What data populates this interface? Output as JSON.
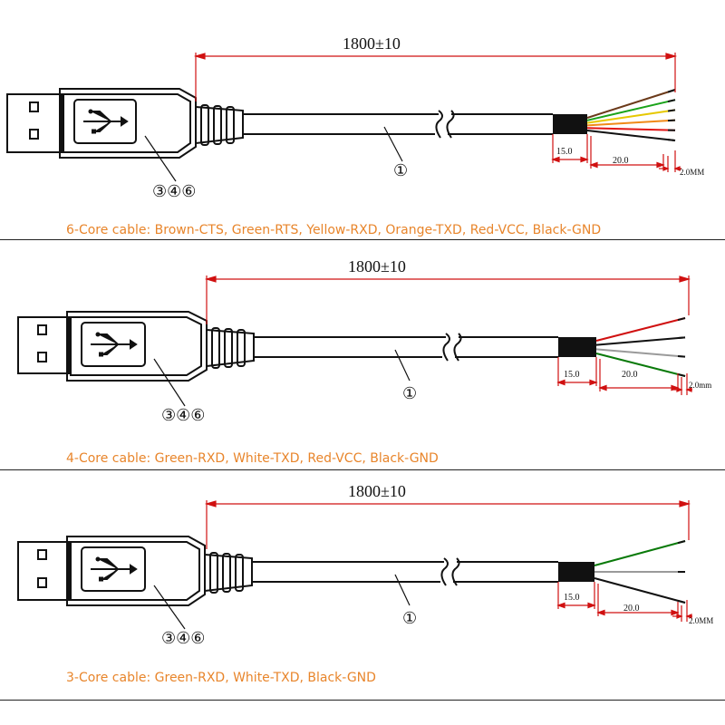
{
  "panels": [
    {
      "length_label": "1800±10",
      "dim_15": "15.0",
      "dim_20": "20.0",
      "dim_2": "2.0MM",
      "callout": "①",
      "parts": "③④⑥",
      "caption": "6-Core cable: Brown-CTS, Green-RTS, Yellow-RXD, Orange-TXD, Red-VCC, Black-GND",
      "wire_colors": [
        "#6b3a1a",
        "#1aa31a",
        "#e6c800",
        "#f08a18",
        "#e01515",
        "#111111"
      ]
    },
    {
      "length_label": "1800±10",
      "dim_15": "15.0",
      "dim_20": "20.0",
      "dim_2": "2.0mm",
      "callout": "①",
      "parts": "③④⑥",
      "caption": "4-Core cable: Green-RXD, White-TXD, Red-VCC, Black-GND",
      "wire_colors": [
        "#d01010",
        "#111111",
        "#9a9a9a",
        "#0a7a0a"
      ]
    },
    {
      "length_label": "1800±10",
      "dim_15": "15.0",
      "dim_20": "20.0",
      "dim_2": "2.0MM",
      "callout": "①",
      "parts": "③④⑥",
      "caption": "3-Core cable: Green-RXD, White-TXD, Black-GND",
      "wire_colors": [
        "#0a7a0a",
        "#9a9a9a",
        "#111111"
      ]
    }
  ],
  "colors": {
    "caption": "#e8852b",
    "dimension": "#d01010",
    "outline": "#111111"
  }
}
